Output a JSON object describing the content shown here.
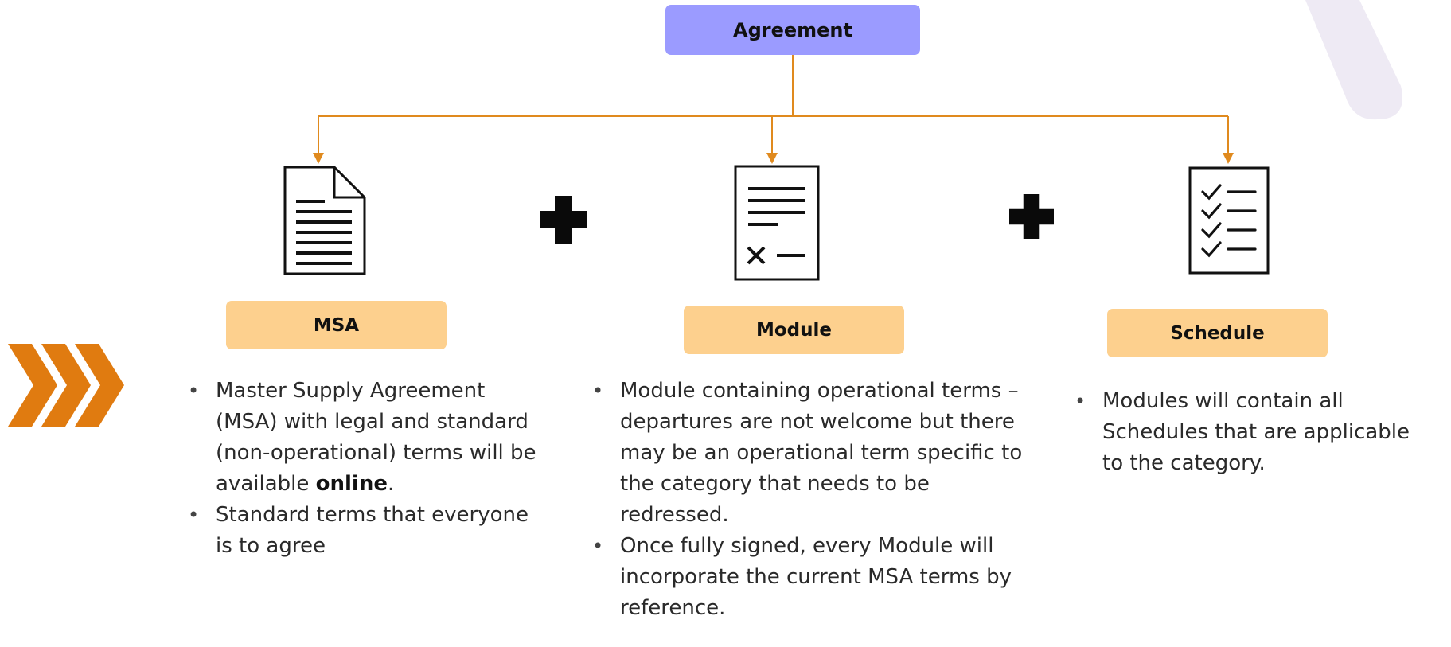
{
  "header": {
    "agreement_label": "Agreement"
  },
  "columns": [
    {
      "label": "MSA",
      "icon": "document-icon",
      "bullets": [
        {
          "pre": "Master Supply Agreement (MSA) with legal and standard (non-operational) terms will be available ",
          "bold": "online",
          "post": "."
        },
        {
          "pre": "Standard terms that everyone is to agree",
          "bold": "",
          "post": ""
        }
      ]
    },
    {
      "label": "Module",
      "icon": "contract-icon",
      "bullets": [
        {
          "pre": "Module containing operational terms – departures are not welcome but there may be an operational term specific to the category that needs to be redressed.",
          "bold": "",
          "post": ""
        },
        {
          "pre": "Once fully signed, every Module will incorporate the current MSA terms by reference.",
          "bold": "",
          "post": ""
        }
      ]
    },
    {
      "label": "Schedule",
      "icon": "checklist-icon",
      "bullets": [
        {
          "pre": "Modules will contain all Schedules that are applicable to the category.",
          "bold": "",
          "post": ""
        }
      ]
    }
  ],
  "colors": {
    "agreement_box": "#9b9bff",
    "label_box": "#fdd08e",
    "connector": "#e08a1e",
    "chevron": "#e07b10",
    "decoration": "#eeeaf4"
  }
}
